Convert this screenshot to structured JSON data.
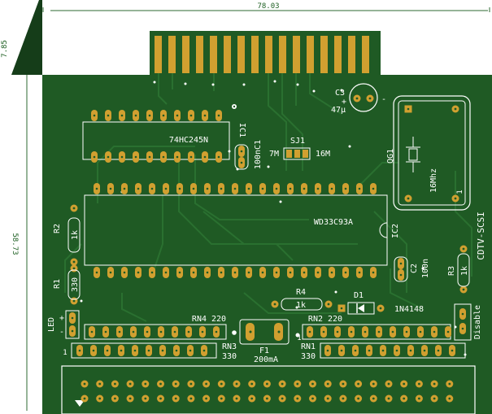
{
  "dimensions": {
    "width": "78.03",
    "edge_height": "7.85",
    "board_height": "58.73"
  },
  "title": "CDTV-SCSI",
  "colors": {
    "board": "#1f5a24",
    "edge": "#153d19",
    "trace": "#2e7a34",
    "pad": "#d1a030",
    "silk": "#ffffff",
    "dim": "#1d5f22"
  },
  "chips": {
    "ic1": {
      "ref": "IC1",
      "value": "74HC245N"
    },
    "ic2": {
      "ref": "IC2",
      "value": "WD33C93A"
    },
    "qg1": {
      "ref": "QG1",
      "value": "16Mhz",
      "pin": "1"
    }
  },
  "caps": {
    "c1": {
      "ref": "C1",
      "value": "100n"
    },
    "c2": {
      "ref": "C2",
      "value": "100n"
    },
    "c3": {
      "ref": "C3",
      "value": "47µ",
      "plus": "+",
      "minus": "-"
    }
  },
  "resistors": {
    "r1": {
      "ref": "R1",
      "value": "330"
    },
    "r2": {
      "ref": "R2",
      "value": "1k"
    },
    "r3": {
      "ref": "R3",
      "value": "1k"
    },
    "r4": {
      "ref": "R4",
      "value": "1k"
    }
  },
  "jumper": {
    "ref": "SJ1",
    "left": "7M",
    "right": "16M"
  },
  "diode": {
    "ref": "D1",
    "value": "1N4148"
  },
  "networks": {
    "rn1": {
      "ref": "RN1",
      "value": "330",
      "pin": "1"
    },
    "rn2": {
      "ref": "RN2",
      "value": "220"
    },
    "rn3": {
      "ref": "RN3",
      "value": "330",
      "pin": "1"
    },
    "rn4": {
      "ref": "RN4",
      "value": "220"
    }
  },
  "fuse": {
    "ref": "F1",
    "value": "200mA"
  },
  "led": {
    "label": "LED",
    "plus": "+",
    "minus": "-"
  },
  "disable": {
    "label": "Disable"
  }
}
